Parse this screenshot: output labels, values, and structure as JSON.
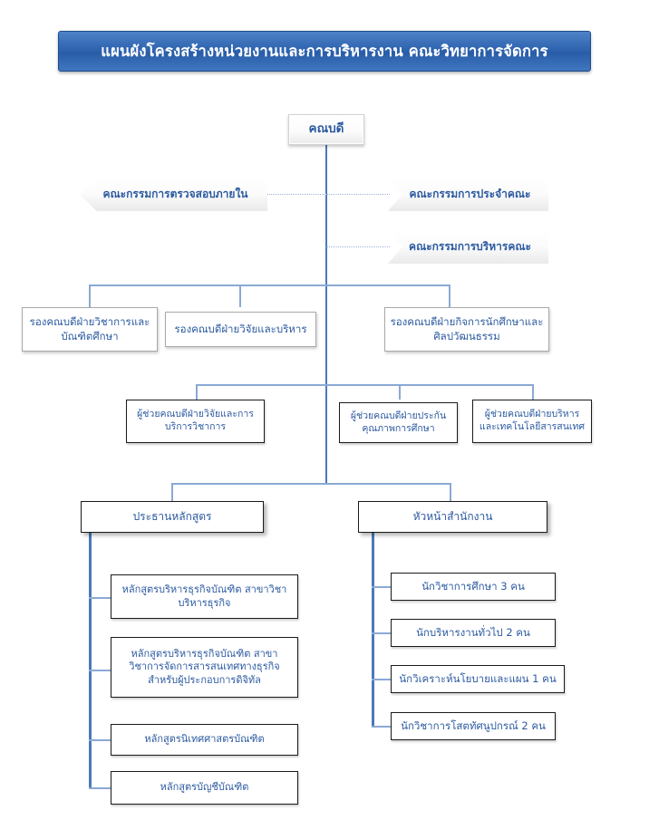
{
  "header": {
    "title": "แผนผังโครงสร้างหน่วยงานและการบริหารงาน  คณะวิทยาการจัดการ",
    "banner_color": "#2f64b0",
    "text_color": "#ffffff"
  },
  "theme": {
    "node_text_color": "#2c5aa0",
    "connector_color": "#5b86c4",
    "border_color": "#a9a9a9"
  },
  "chart_data": {
    "type": "diagram",
    "title": "แผนผังโครงสร้างหน่วยงานและการบริหารงาน  คณะวิทยาการจัดการ",
    "orientation": "top-down"
  },
  "nodes": {
    "dean": {
      "label": "คณบดี"
    },
    "committee_left": {
      "label": "คณะกรรมการตรวจสอบภายใน"
    },
    "committee_right_1": {
      "label": "คณะกรรมการประจำคณะ"
    },
    "committee_right_2": {
      "label": "คณะกรรมการบริหารคณะ"
    },
    "vice_deans": [
      {
        "label": "รองคณบดีฝ่ายวิชาการและบัณฑิตศึกษา"
      },
      {
        "label": "รองคณบดีฝ่ายวิจัยและบริหาร"
      },
      {
        "label": "รองคณบดีฝ่ายกิจการนักศึกษาและศิลปวัฒนธรรม"
      }
    ],
    "assistant_deans": [
      {
        "label": "ผู้ช่วยคณบดีฝ่ายวิจัยและการบริการวิชาการ"
      },
      {
        "label": "ผู้ช่วยคณบดีฝ่ายประกันคุณภาพการศึกษา"
      },
      {
        "label": "ผู้ช่วยคณบดีฝ่ายบริหารและเทคโนโลยีสารสนเทศ"
      }
    ],
    "program_chair": {
      "label": "ประธานหลักสูตร"
    },
    "office_head": {
      "label": "หัวหน้าสำนักงาน"
    },
    "programs": [
      {
        "label": "หลักสูตรบริหารธุรกิจบัณฑิต สาขาวิชาบริหารธุรกิจ"
      },
      {
        "label": "หลักสูตรบริหารธุรกิจบัณฑิต สาขาวิชาการจัดการสารสนเทศทางธุรกิจสำหรับผู้ประกอบการดิจิทัล"
      },
      {
        "label": "หลักสูตรนิเทศศาสตรบัณฑิต"
      },
      {
        "label": "หลักสูตรบัญชีบัณฑิต"
      }
    ],
    "staff": [
      {
        "label": "นักวิชาการศึกษา  3 คน"
      },
      {
        "label": "นักบริหารงานทั่วไป 2 คน"
      },
      {
        "label": "นักวิเคราะห์นโยบายและแผน 1 คน"
      },
      {
        "label": "นักวิชาการโสตทัศนูปกรณ์ 2 คน"
      }
    ]
  }
}
